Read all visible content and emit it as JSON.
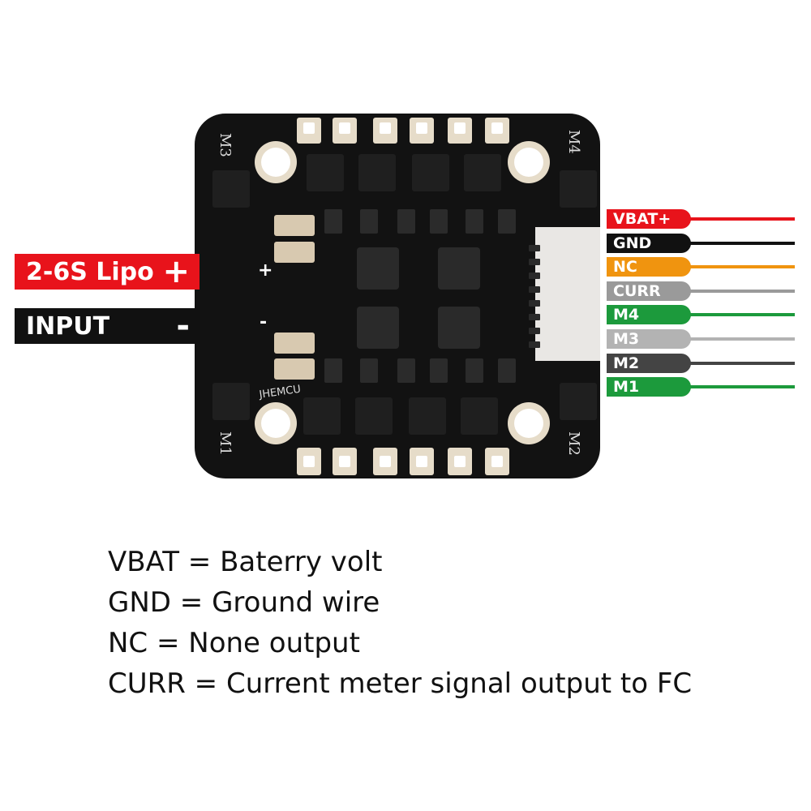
{
  "inputs": {
    "positive": {
      "text": "2-6S Lipo",
      "symbol": "+",
      "color": "#e8131b"
    },
    "negative": {
      "text": "INPUT",
      "symbol": "-",
      "color": "#111111"
    }
  },
  "wires": [
    {
      "label": "VBAT+",
      "color": "#e8131b"
    },
    {
      "label": "GND",
      "color": "#111111"
    },
    {
      "label": "NC",
      "color": "#f0940f"
    },
    {
      "label": "CURR",
      "color": "#9a9a9a"
    },
    {
      "label": "M4",
      "color": "#1c9a3c"
    },
    {
      "label": "M3",
      "color": "#b3b3b3"
    },
    {
      "label": "M2",
      "color": "#444444"
    },
    {
      "label": "M1",
      "color": "#1c9a3c"
    }
  ],
  "board": {
    "corner_labels": {
      "m1": "M1",
      "m2": "M2",
      "m3": "M3",
      "m4": "M4"
    },
    "brand": "JHEMCU"
  },
  "legend": [
    "VBAT = Baterry volt",
    "GND = Ground wire",
    "NC = None output",
    "CURR = Current meter signal output to FC"
  ]
}
